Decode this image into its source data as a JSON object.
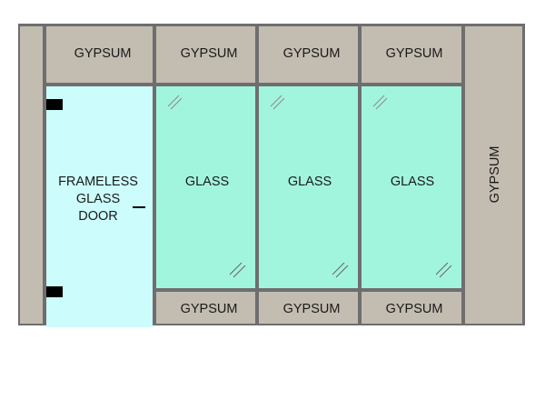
{
  "labels": {
    "gypsum": "GYPSUM",
    "glass": "GLASS",
    "door_line1": "FRAMELESS",
    "door_line2": "GLASS",
    "door_line3": "DOOR"
  },
  "colors": {
    "frame": "#6e6e6e",
    "gypsum": "#c3bcb1",
    "glass": "#a2f5dd",
    "door_glass": "#ccfcfc",
    "hardware": "#000000",
    "glare": "#666666"
  }
}
